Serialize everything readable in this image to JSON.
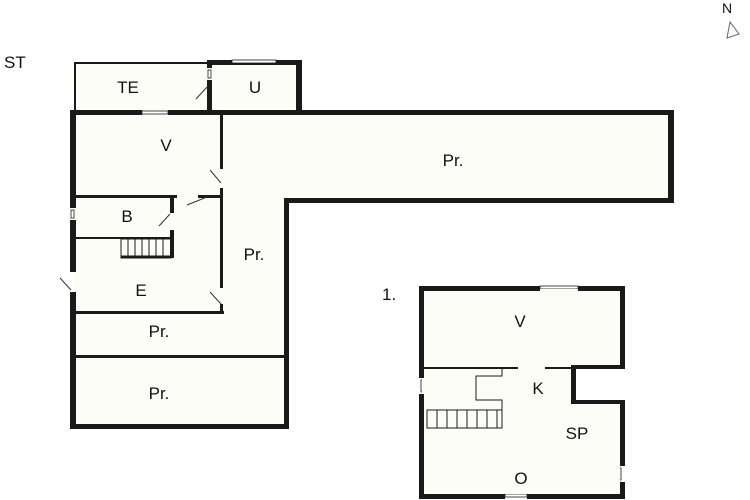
{
  "compass": {
    "label": "N"
  },
  "floors": [
    {
      "label": "ST",
      "rooms": [
        {
          "id": "te",
          "label": "TE"
        },
        {
          "id": "u",
          "label": "U"
        },
        {
          "id": "v",
          "label": "V"
        },
        {
          "id": "pr-east",
          "label": "Pr."
        },
        {
          "id": "b",
          "label": "B"
        },
        {
          "id": "pr-corridor",
          "label": "Pr."
        },
        {
          "id": "e",
          "label": "E"
        },
        {
          "id": "pr-south",
          "label": "Pr."
        },
        {
          "id": "pr-bottom",
          "label": "Pr."
        }
      ]
    },
    {
      "label": "1.",
      "rooms": [
        {
          "id": "v",
          "label": "V"
        },
        {
          "id": "k",
          "label": "K"
        },
        {
          "id": "sp",
          "label": "SP"
        },
        {
          "id": "o",
          "label": "O"
        }
      ]
    }
  ],
  "colors": {
    "wall": "#1a1a1a",
    "floor": "#fdfdf7",
    "background": "#ffffff"
  }
}
